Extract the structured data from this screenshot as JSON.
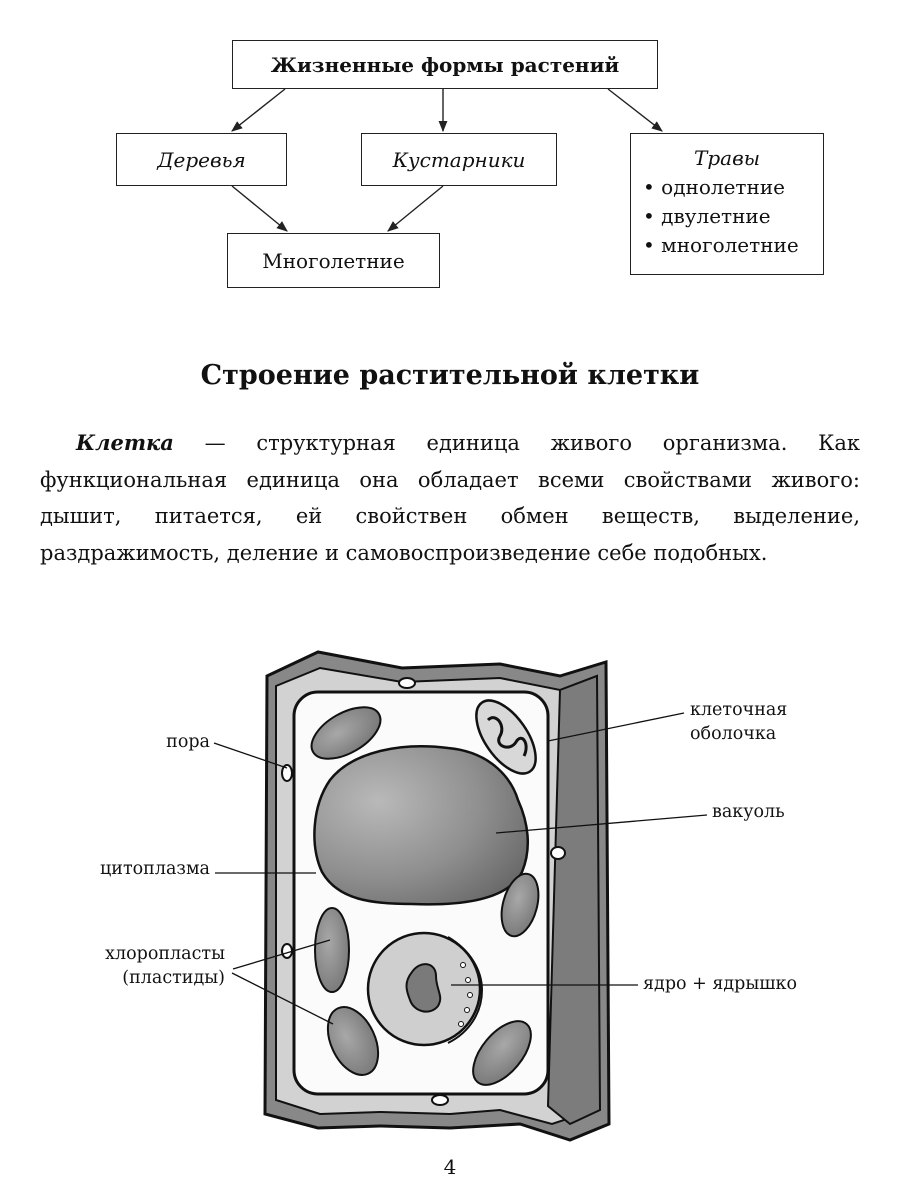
{
  "diagram": {
    "root": "Жизненные формы растений",
    "trees": "Деревья",
    "shrubs": "Кустарники",
    "perennial": "Многолетние",
    "herbs": {
      "title": "Травы",
      "items": [
        "однолетние",
        "двулетние",
        "многолетние"
      ]
    }
  },
  "section": {
    "title": "Строение растительной клетки",
    "term": "Клетка",
    "definition": " — структурная единица живого организма. Как функциональная единица она обладает всеми свойствами живого: дышит, питается, ей свойствен обмен веществ, выделение, раздражимость, деление и самовоспроизведение себе подобных."
  },
  "cell_labels": {
    "pore": "пора",
    "wall_line1": "клеточная",
    "wall_line2": "оболочка",
    "vacuole": "вакуоль",
    "cytoplasm": "цитоплазма",
    "chloro_line1": "хлоропласты",
    "chloro_line2": "(пластиды)",
    "nucleus": "ядро + ядрышко"
  },
  "page_number": "4"
}
